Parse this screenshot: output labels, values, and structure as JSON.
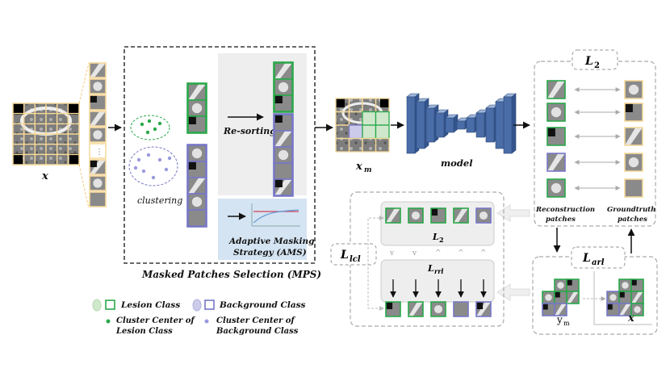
{
  "input_label": "x",
  "masked_input_label": "x",
  "masked_input_subscript": "m",
  "model_label": "model",
  "mps": {
    "clustering_label": "clustering",
    "resorting_label": "Re-sorting",
    "ams_line1": "Adaptive Masking",
    "ams_line2": "Strategy (AMS)",
    "caption": "Masked Patches Selection (MPS)"
  },
  "l2_top": {
    "main": "L",
    "sub": "2"
  },
  "recon_label": [
    "Reconstruction",
    "patches"
  ],
  "gt_label": [
    "Groundtruth",
    "patches"
  ],
  "larl": {
    "main": "L",
    "sub": "arl"
  },
  "ym": {
    "main": "y",
    "sub": "m"
  },
  "x_right": "x",
  "llcl": {
    "main": "L",
    "sub": "lcl"
  },
  "l2_inner": {
    "main": "L",
    "sub": "2"
  },
  "lrrl": {
    "main": "L",
    "sub": "rrl"
  },
  "legend": {
    "lesion": "Lesion Class",
    "background": "Background Class",
    "center_lesion": [
      "Cluster Center of",
      "Lesion Class"
    ],
    "center_background": [
      "Cluster Center of",
      "Background Class"
    ]
  },
  "colors": {
    "lesion": "#2aa84a",
    "lesion_fill": "#cfe8cc",
    "background": "#7777c8",
    "background_fill": "#cccbea",
    "patch_border": "#f5d89a",
    "model_blue": "#4a6da8",
    "ams_bg": "#d5e4f2"
  },
  "ams_curves": {
    "legend": ""
  }
}
